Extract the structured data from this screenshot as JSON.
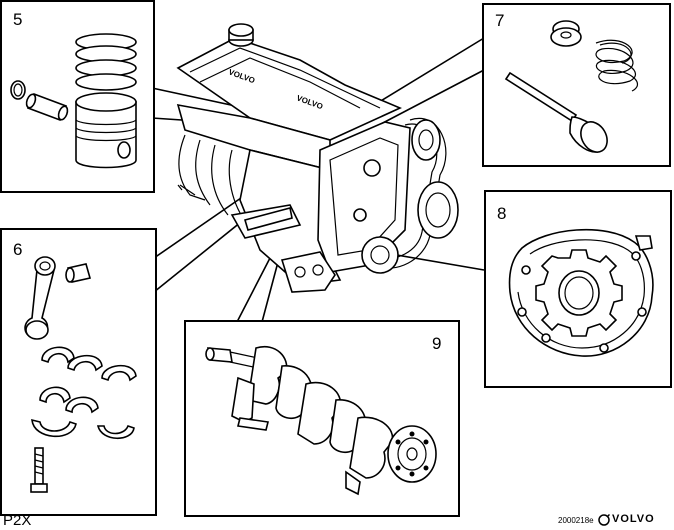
{
  "panels": {
    "p5": {
      "number": "5"
    },
    "p6": {
      "number": "6"
    },
    "p7": {
      "number": "7"
    },
    "p8": {
      "number": "8"
    },
    "p9": {
      "number": "9"
    }
  },
  "engine": {
    "cover_text": "VOLVO"
  },
  "footer": {
    "model": "P2X",
    "code": "2000218e",
    "brand": "VOLVO"
  }
}
